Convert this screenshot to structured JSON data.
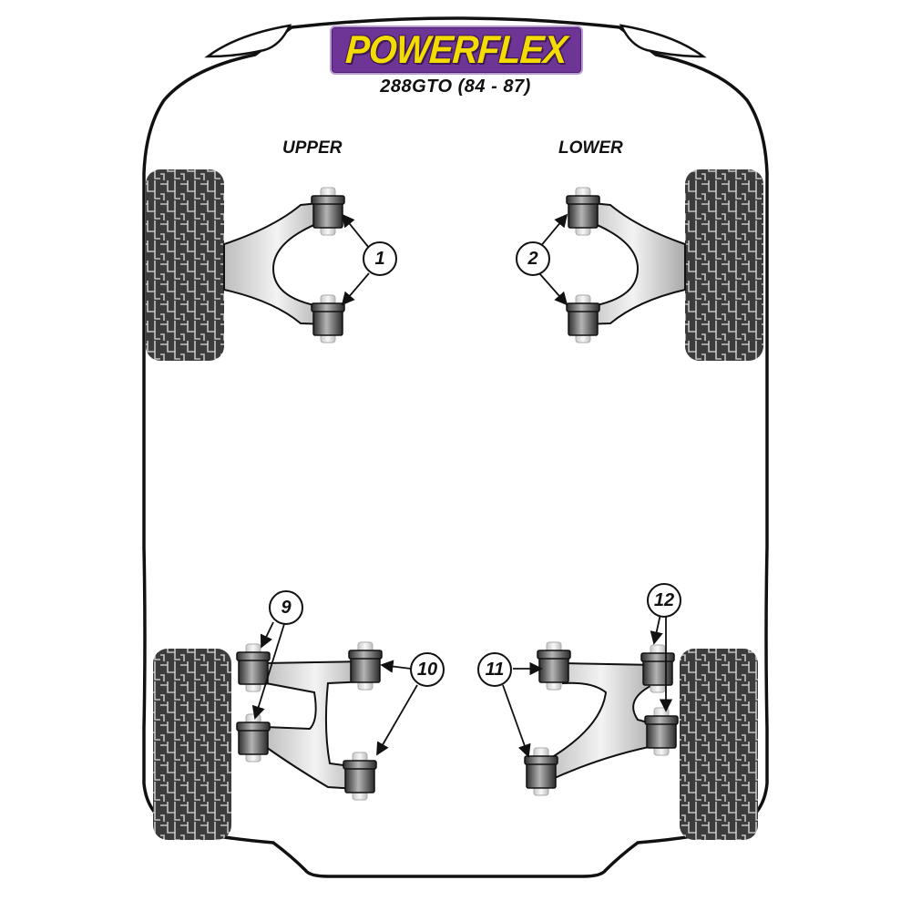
{
  "brand": {
    "logo_text": "POWERFLEX",
    "logo_bg_color": "#6e3596",
    "logo_text_color": "#f5dc00"
  },
  "header": {
    "model": "288GTO (84 - 87)"
  },
  "sections": {
    "front_upper_label": "UPPER",
    "front_lower_label": "LOWER"
  },
  "callouts": [
    {
      "id": "1",
      "label": "1",
      "location": "front-left upper arm bushes"
    },
    {
      "id": "2",
      "label": "2",
      "location": "front-right lower arm bushes"
    },
    {
      "id": "9",
      "label": "9",
      "location": "rear-left arm inner bushes"
    },
    {
      "id": "10",
      "label": "10",
      "location": "rear-left arm outer bushes"
    },
    {
      "id": "11",
      "label": "11",
      "location": "rear-right arm inner bushes"
    },
    {
      "id": "12",
      "label": "12",
      "location": "rear-right arm outer bushes"
    }
  ],
  "colors": {
    "outline": "#111111",
    "tyre": "#3a3a3a",
    "tyre_tread": "#bdbdbd",
    "arm": "#d8d8d8",
    "bush": "#6a6a6a"
  }
}
